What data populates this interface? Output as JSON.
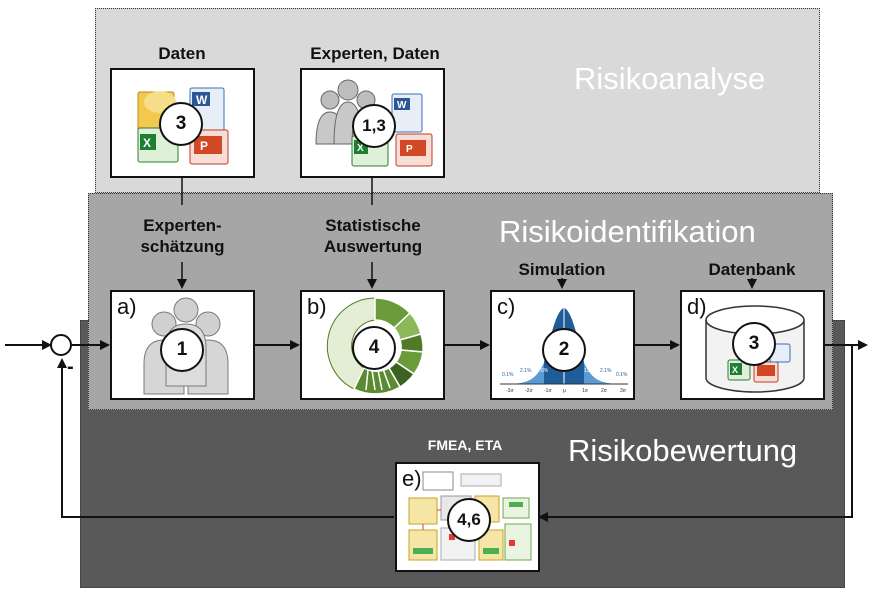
{
  "zones": {
    "analyse": "Risikoanalyse",
    "identifikation": "Risikoidentifikation",
    "bewertung": "Risikobewertung"
  },
  "top_boxes": [
    {
      "label": "Daten",
      "number": "3",
      "connector_line1": "Experten-",
      "connector_line2": "schätzung"
    },
    {
      "label": "Experten, Daten",
      "number": "1,3",
      "connector_line1": "Statistische",
      "connector_line2": "Auswertung"
    }
  ],
  "process_boxes": [
    {
      "letter": "a)",
      "number": "1",
      "heading": ""
    },
    {
      "letter": "b)",
      "number": "4",
      "heading": ""
    },
    {
      "letter": "c)",
      "number": "2",
      "heading": "Simulation"
    },
    {
      "letter": "d)",
      "number": "3",
      "heading": "Datenbank"
    }
  ],
  "feedback_box": {
    "letter": "e)",
    "number": "4,6",
    "heading": "FMEA, ETA"
  },
  "summing_junction": {
    "sign": "-"
  },
  "distribution_labels": {
    "left_pct": "0.1%",
    "left_pct2": "2.1%",
    "mid_left": "13.6%",
    "mid_right": "13.6%",
    "right_pct2": "2.1%",
    "right_pct": "0.1%",
    "ticks": [
      "-3σ",
      "-2σ",
      "-1σ",
      "μ",
      "1σ",
      "2σ",
      "3σ"
    ]
  },
  "colors": {
    "analyse_bg": "#d9d9d9",
    "ident_bg": "#a6a6a6",
    "bewert_bg": "#595959",
    "donut_dark": "#4f7a28",
    "donut_light": "#d9e8c4",
    "bell_blue": "#1f5c99"
  }
}
